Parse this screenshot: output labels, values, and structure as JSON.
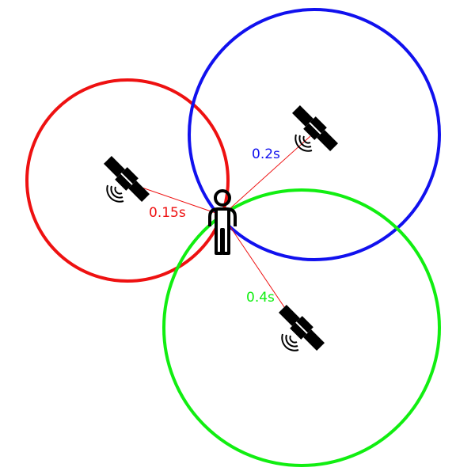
{
  "colors": {
    "red": "#ee1111",
    "blue": "#1111ee",
    "green": "#11ee11",
    "ink": "#000000"
  },
  "satellites": [
    {
      "id": "red",
      "delay_label": "0.15s",
      "color": "#ee1111",
      "icon": "satellite-icon"
    },
    {
      "id": "blue",
      "delay_label": "0.2s",
      "color": "#1111ee",
      "icon": "satellite-icon"
    },
    {
      "id": "green",
      "delay_label": "0.4s",
      "color": "#11ee11",
      "icon": "satellite-icon"
    }
  ],
  "receiver": {
    "icon": "person-icon"
  }
}
